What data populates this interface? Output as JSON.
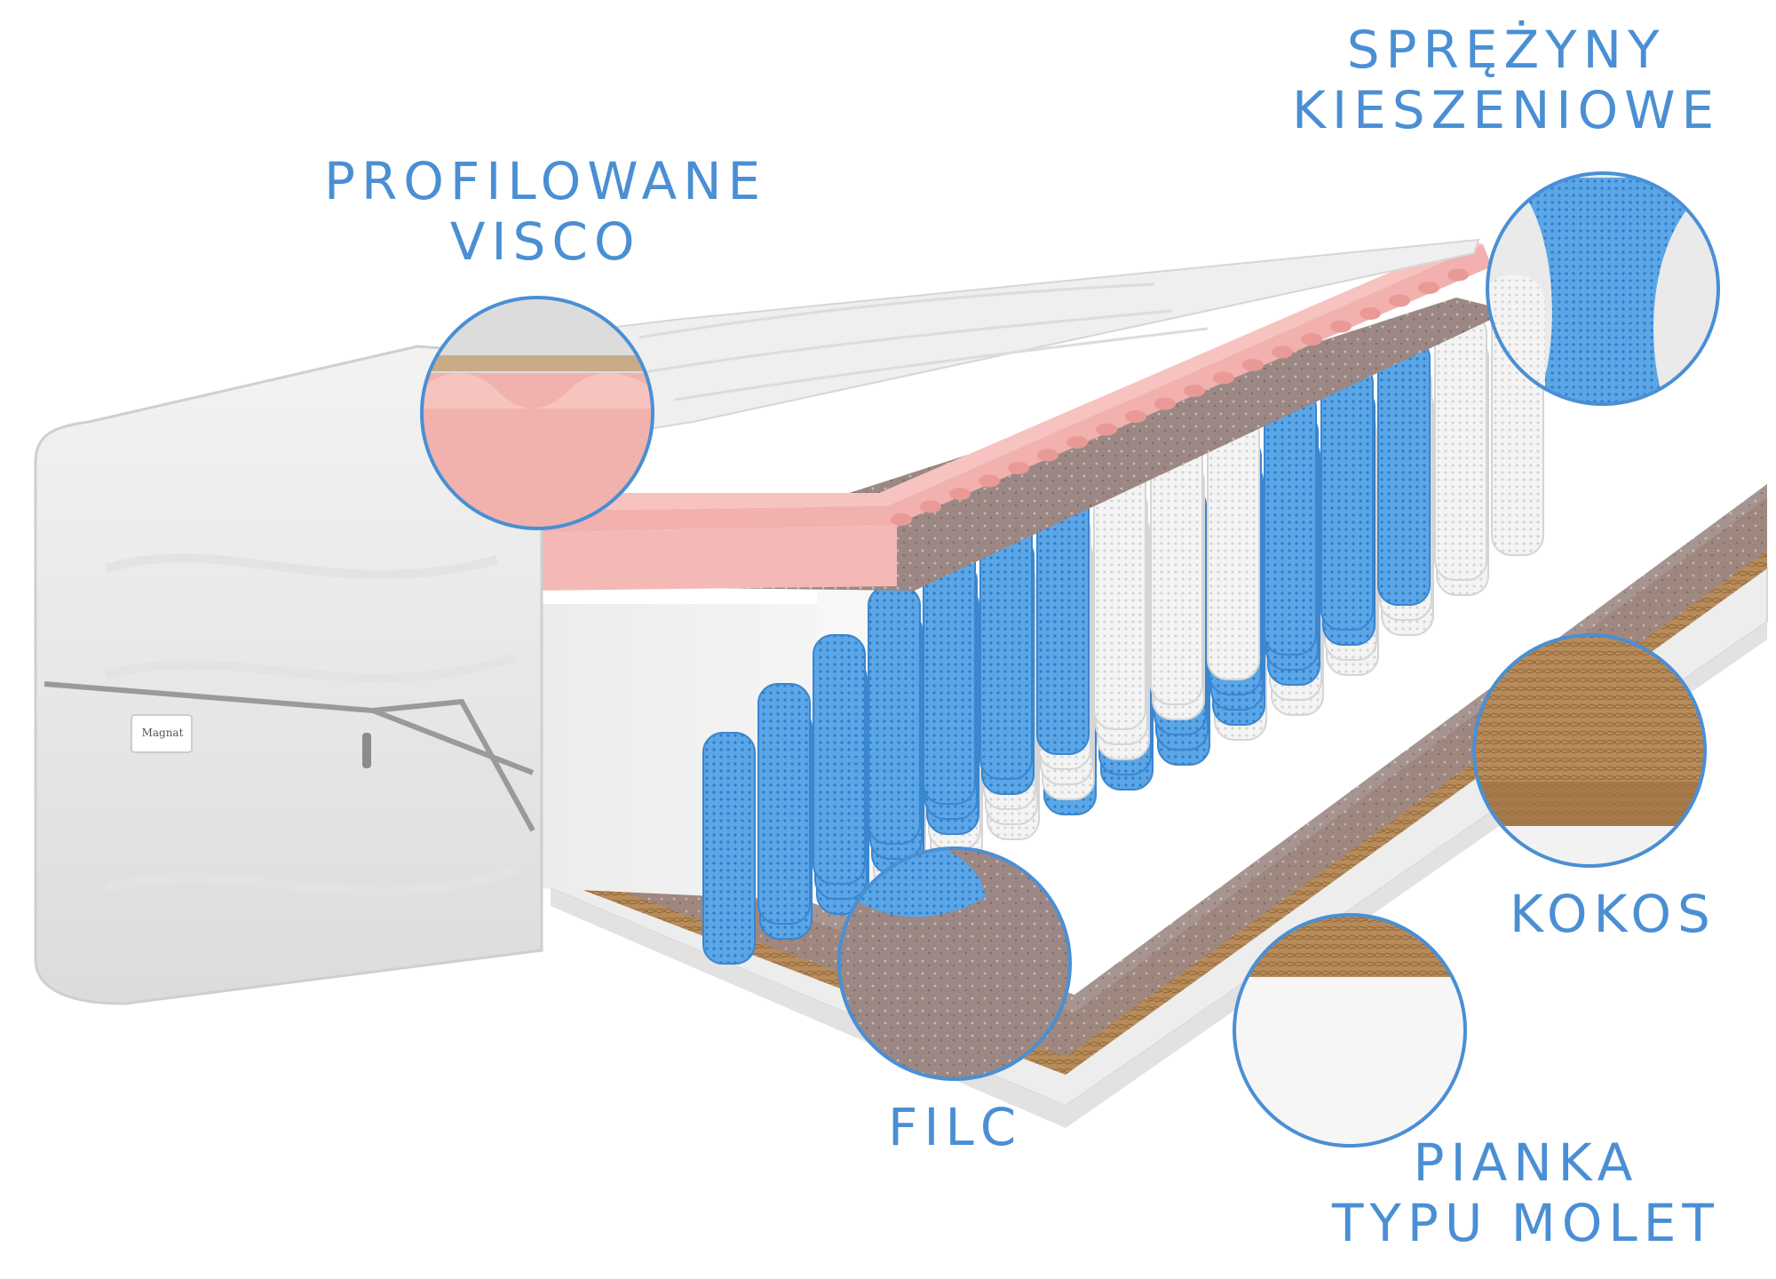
{
  "labels": {
    "visco": {
      "line1": "PROFILOWANE",
      "line2": "VISCO"
    },
    "springs": {
      "line1": "SPRĘŻYNY",
      "line2": "KIESZENIOWE"
    },
    "coconut": {
      "line1": "KOKOS"
    },
    "felt": {
      "line1": "FILC"
    },
    "foam": {
      "line1": "PIANKA",
      "line2": "TYPU MOLET"
    }
  },
  "brand_tag": "Magnat",
  "colors": {
    "label": "#4a8fd4",
    "circle_outline": "#4a8fd4",
    "visco_foam": "#f2b6b4",
    "spring_blue": "#5aa6e6",
    "spring_white": "#f2f2f2",
    "felt": "#9c8a86",
    "coconut": "#b58a5c",
    "cover": "#ebebeb"
  }
}
